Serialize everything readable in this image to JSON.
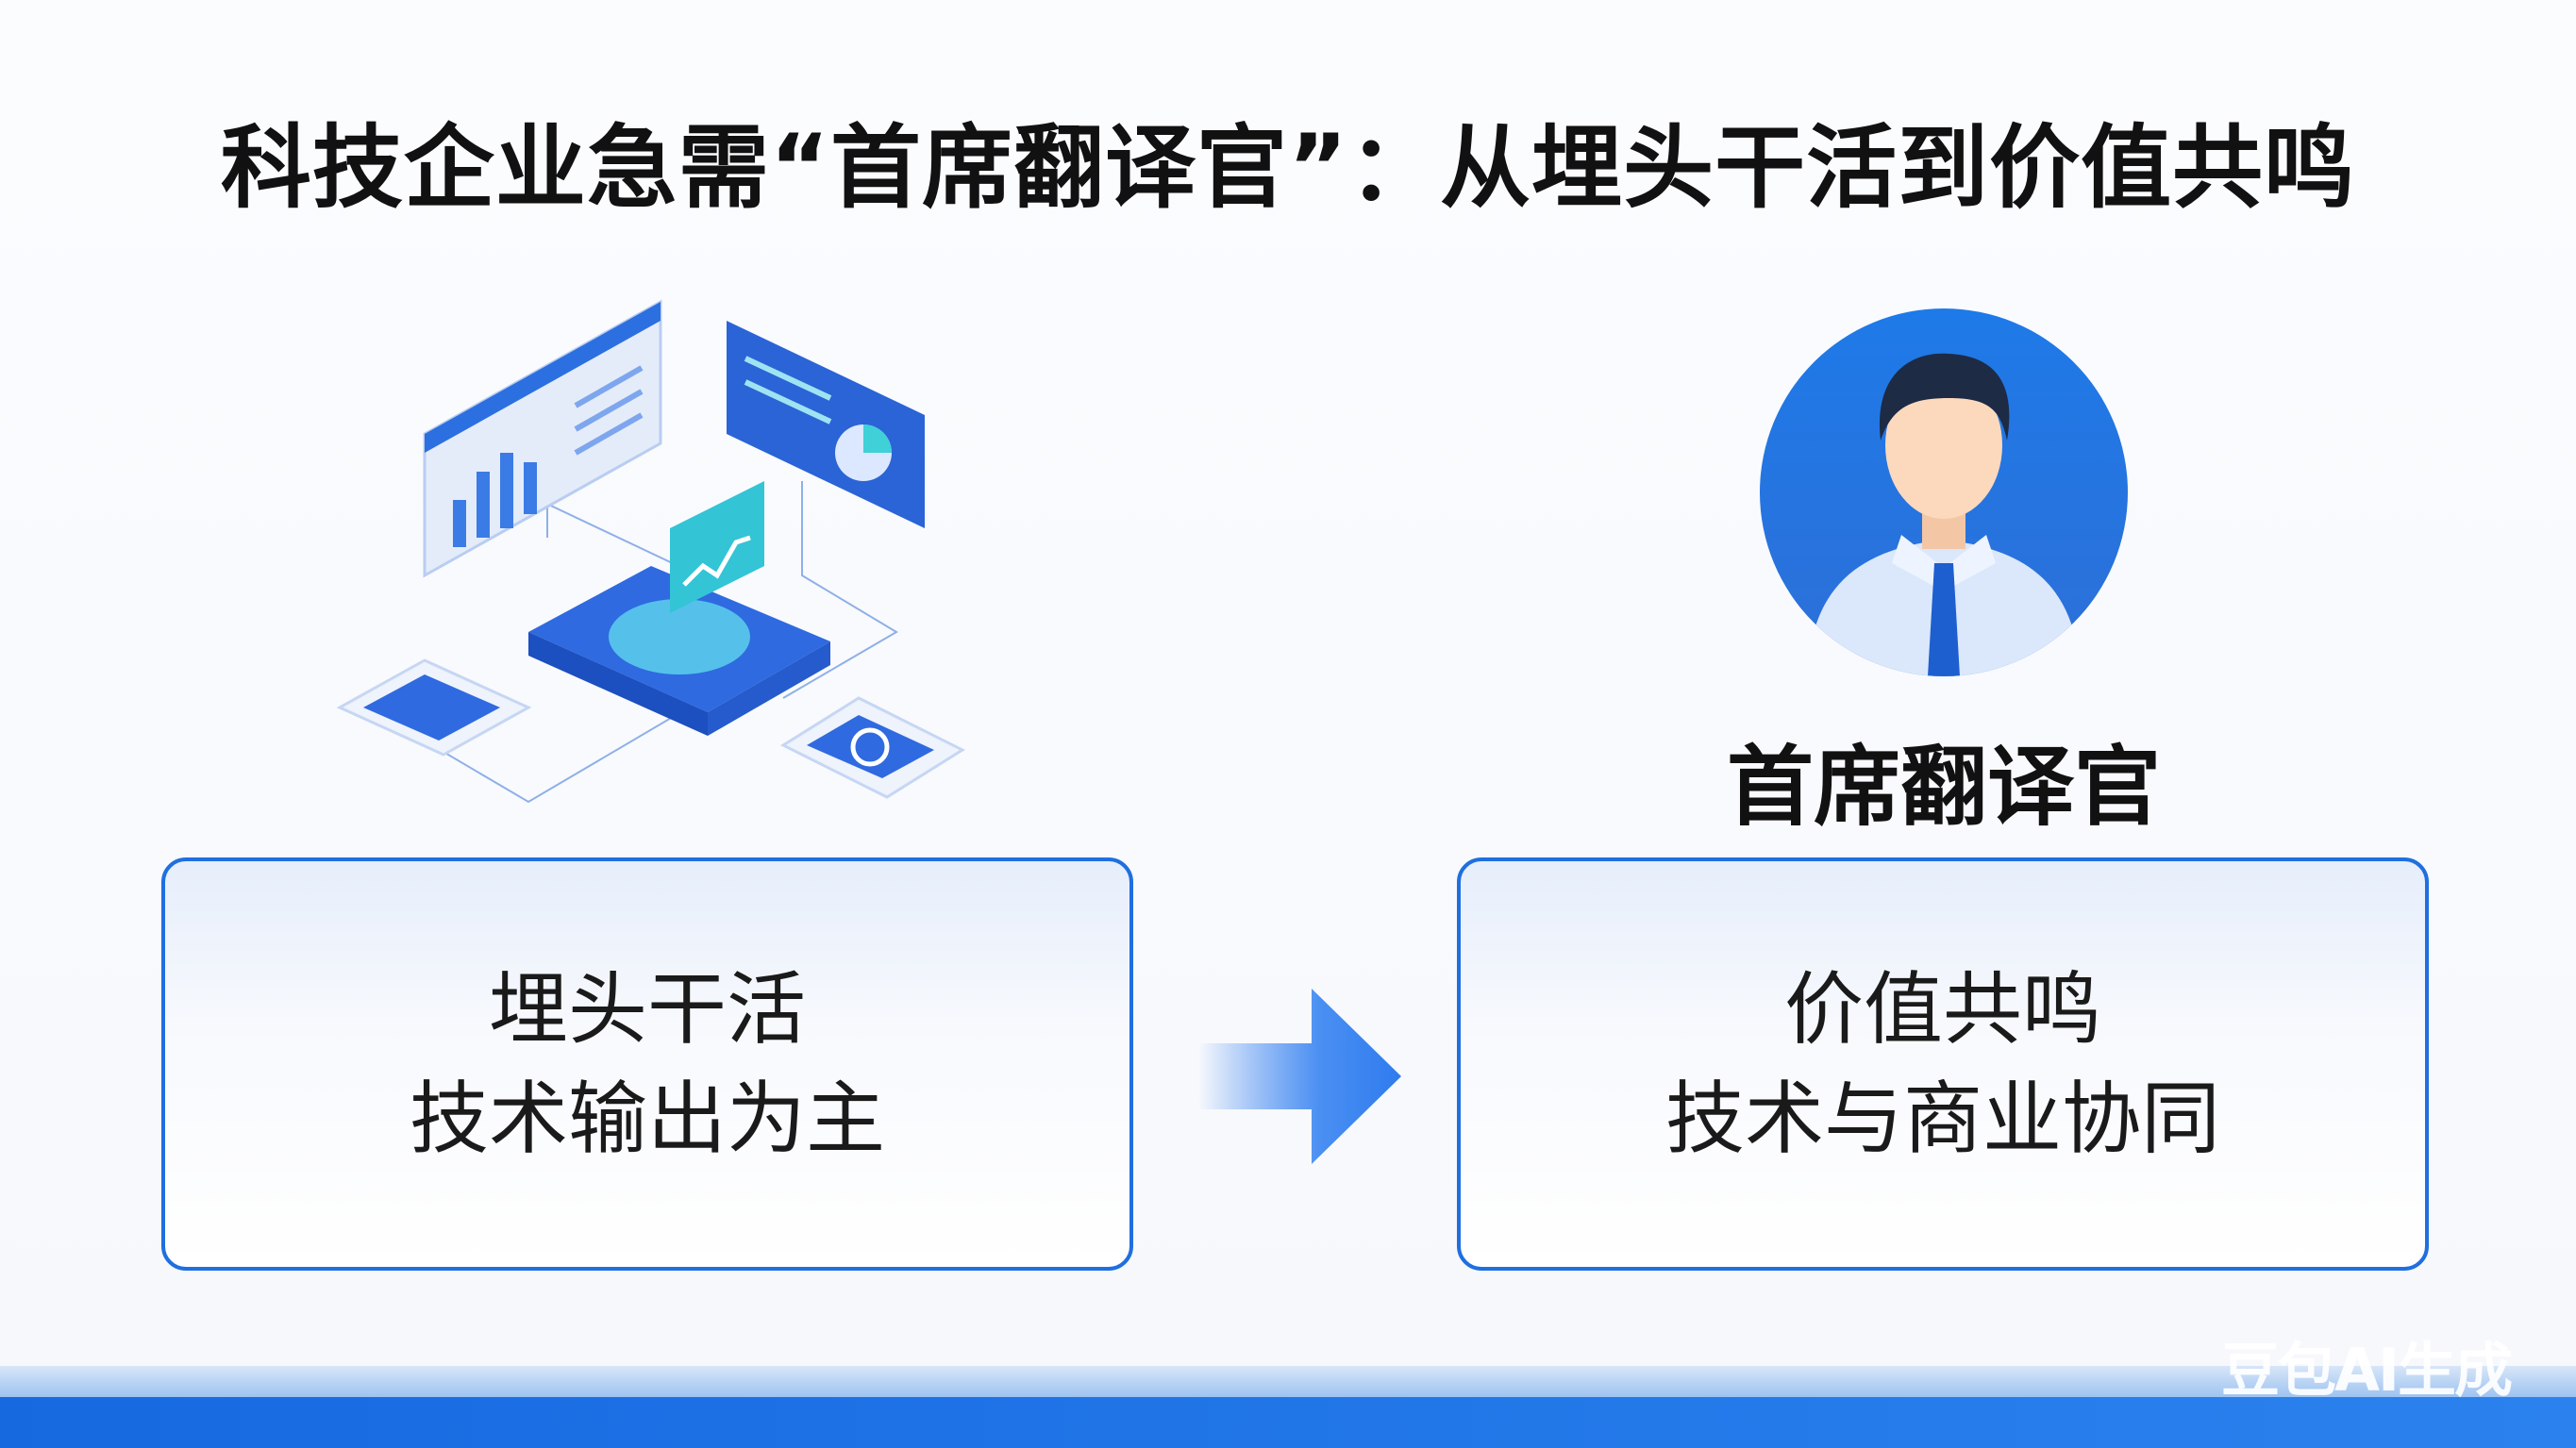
{
  "title": "科技企业急需“首席翻译官”：从埋头干活到价值共鸣",
  "left_card": {
    "line1": "埋头干活",
    "line2": "技术输出为主"
  },
  "right_card": {
    "line1": "价值共鸣",
    "line2": "技术与商业协同"
  },
  "role_label": "首席翻译官",
  "watermark": "豆包AI生成",
  "colors": {
    "accent": "#1f6fe0",
    "bottom_bar": "#1a73e3"
  }
}
